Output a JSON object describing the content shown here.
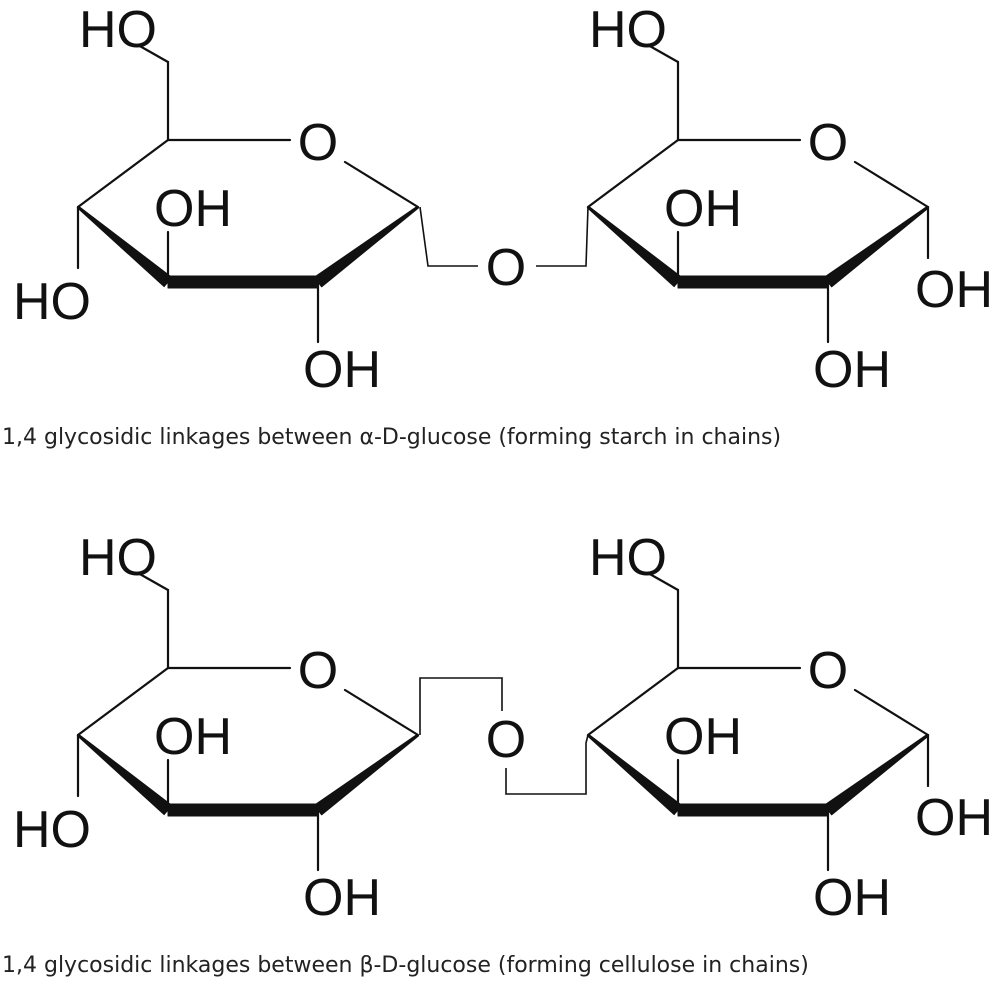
{
  "diagrams": [
    {
      "linkage": "alpha",
      "left_ring": {
        "ch2oh": "HO",
        "ring_o": "O",
        "oh_inner": "OH",
        "oh_left": "HO",
        "oh_bottom": "OH"
      },
      "bridge_o": "O",
      "right_ring": {
        "ch2oh": "HO",
        "ring_o": "O",
        "oh_inner": "OH",
        "oh_right": "OH",
        "oh_bottom": "OH"
      },
      "caption": "1,4 glycosidic linkages between α-D-glucose (forming starch in chains)"
    },
    {
      "linkage": "beta",
      "left_ring": {
        "ch2oh": "HO",
        "ring_o": "O",
        "oh_inner": "OH",
        "oh_left": "HO",
        "oh_bottom": "OH"
      },
      "bridge_o": "O",
      "right_ring": {
        "ch2oh": "HO",
        "ring_o": "O",
        "oh_inner": "OH",
        "oh_right": "OH",
        "oh_bottom": "OH"
      },
      "caption": "1,4 glycosidic linkages between β-D-glucose (forming cellulose in chains)"
    }
  ],
  "colors": {
    "ink": "#111111",
    "caption": "#222222",
    "background": "#ffffff"
  }
}
